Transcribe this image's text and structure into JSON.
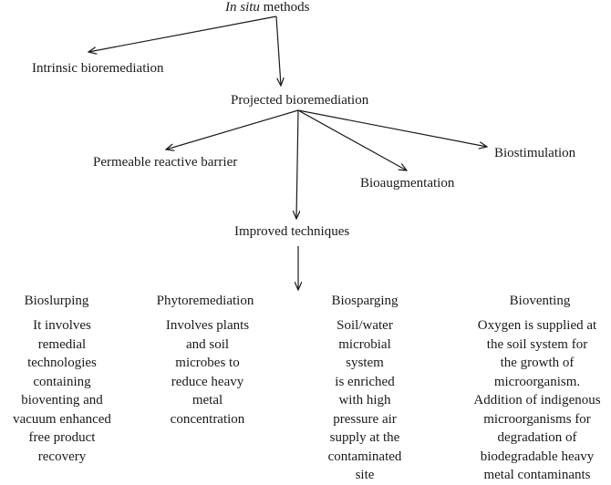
{
  "diagram": {
    "root": {
      "italic": "In situ",
      "rest": " methods"
    },
    "intrinsic": "Intrinsic bioremediation",
    "projected": "Projected bioremediation",
    "prb": "Permeable reactive barrier",
    "bioaugmentation": "Bioaugmentation",
    "biostimulation": "Biostimulation",
    "improved": "Improved techniques",
    "techniques": [
      {
        "name": "Bioslurping",
        "lines": [
          "It involves",
          "remedial",
          "technologies",
          "containing",
          "bioventing and",
          "vacuum enhanced",
          "free product",
          "recovery"
        ]
      },
      {
        "name": "Phytoremediation",
        "lines": [
          "Involves plants",
          "and soil",
          "microbes to",
          "reduce heavy",
          "metal",
          "concentration"
        ]
      },
      {
        "name": "Biosparging",
        "lines": [
          "Soil/water",
          "microbial",
          "system",
          "is enriched",
          "with high",
          "pressure air",
          "supply at the",
          "contaminated",
          "site"
        ]
      },
      {
        "name": "Bioventing",
        "lines": [
          "Oxygen is supplied at",
          "the soil system for",
          "the growth of",
          "microorganism.",
          "Addition of indigenous",
          "microorganisms for",
          "degradation of",
          "biodegradable heavy",
          "metal contaminants"
        ]
      }
    ]
  }
}
